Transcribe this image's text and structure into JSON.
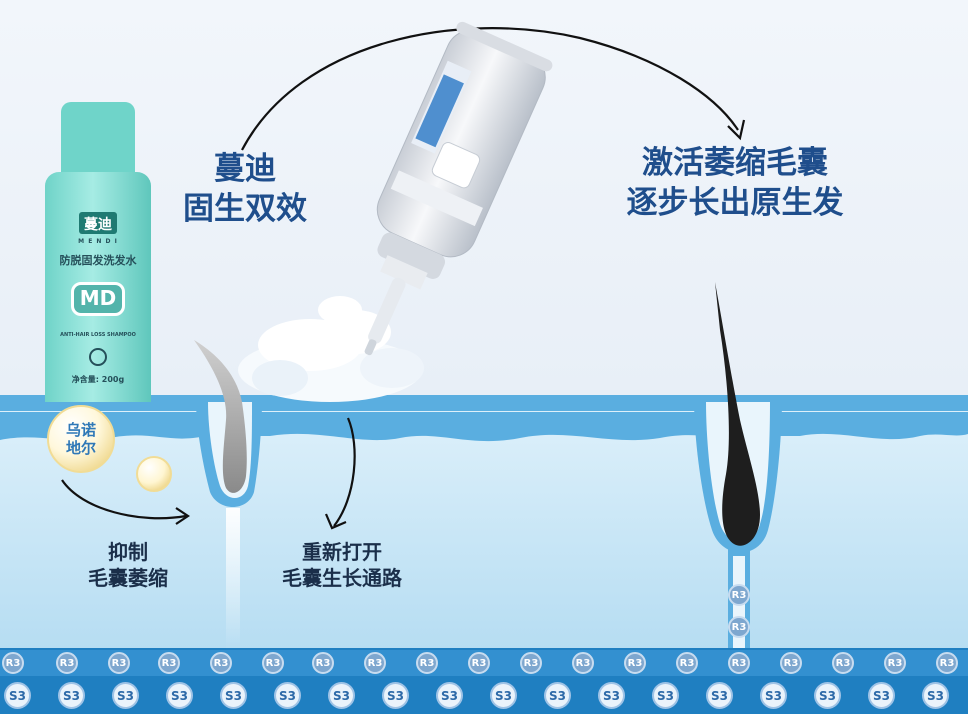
{
  "captions": {
    "top_left": [
      "蔓迪",
      "固生双效"
    ],
    "top_right": [
      "激活萎缩毛囊",
      "逐步长出原生发"
    ],
    "bottom_left": [
      "抑制",
      "毛囊萎缩"
    ],
    "bottom_mid": [
      "重新打开",
      "毛囊生长通路"
    ]
  },
  "product_bottle": {
    "brand": "蔓迪",
    "brand_sub": "M E N D I",
    "name": "防脱固发洗发水",
    "logo": "MD",
    "tiny_en": "ANTI-HAIR LOSS SHAMPOO",
    "net": "净含量: 200g"
  },
  "ingredient_bubble": {
    "label": [
      "乌诺",
      "地尔"
    ]
  },
  "molecules": {
    "r3_label": "R3",
    "s3_label": "S3"
  },
  "colors": {
    "caption_blue": "#1f4e8c",
    "skin_top": "#5aaee0",
    "skin_body": "#bfe2f5",
    "bottle_teal": "#7fdcd2",
    "hair_dark": "#1e1e1e"
  }
}
